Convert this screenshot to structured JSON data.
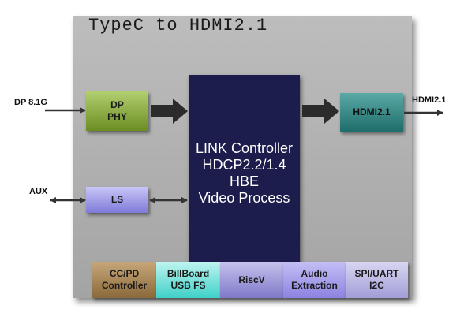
{
  "title": "TypeC to HDMI2.1",
  "blocks": {
    "dp_phy": "DP\nPHY",
    "ls": "LS",
    "hdmi": "HDMI2.1",
    "link": "LINK Controller\nHDCP2.2/1.4\nHBE\nVideo Process"
  },
  "bottom_blocks": [
    "CC/PD\nController",
    "BillBoard\nUSB FS",
    "RiscV",
    "Audio\nExtraction",
    "SPI/UART\nI2C"
  ],
  "external": {
    "dp_in": "DP 8.1G",
    "aux": "AUX",
    "hdmi_out": "HDMI2.1"
  },
  "colors": {
    "dp_phy": "#8fae43",
    "ls": "#a19cec",
    "hdmi": "#2f8784",
    "link": "#1c1d4d",
    "cc_pd": "#a98a5b",
    "billboard": "#6fe3dc",
    "riscv": "#a29ddc",
    "audio": "#a8a1ec",
    "spi": "#bebbe6"
  }
}
